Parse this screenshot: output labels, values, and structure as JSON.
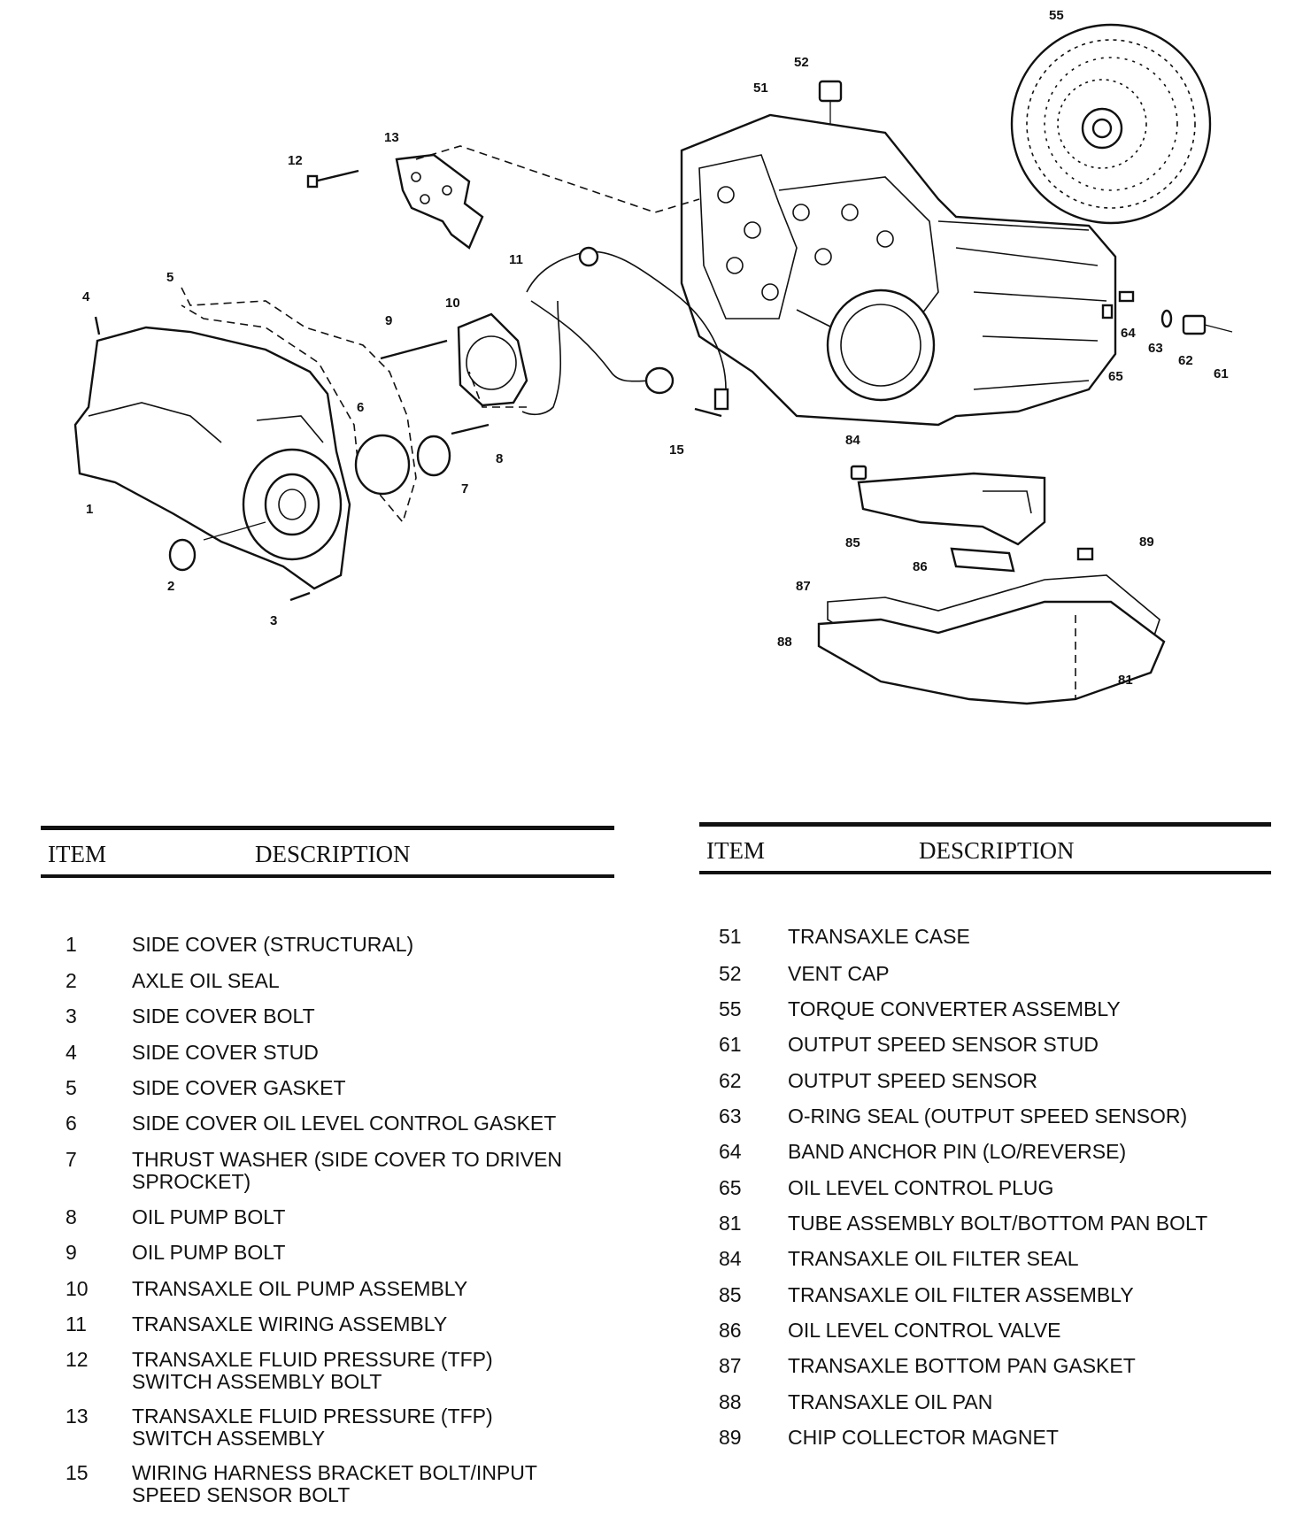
{
  "callouts": [
    "55",
    "52",
    "51",
    "13",
    "12",
    "11",
    "10",
    "9",
    "5",
    "4",
    "6",
    "7",
    "8",
    "1",
    "2",
    "3",
    "15",
    "64",
    "63",
    "62",
    "61",
    "65",
    "84",
    "85",
    "86",
    "87",
    "88",
    "89",
    "81"
  ],
  "tables": {
    "left": {
      "header_item": "ITEM",
      "header_desc": "DESCRIPTION",
      "rows": [
        {
          "num": "1",
          "desc": "SIDE COVER (STRUCTURAL)"
        },
        {
          "num": "2",
          "desc": "AXLE OIL SEAL"
        },
        {
          "num": "3",
          "desc": "SIDE COVER BOLT"
        },
        {
          "num": "4",
          "desc": "SIDE COVER STUD"
        },
        {
          "num": "5",
          "desc": "SIDE COVER GASKET"
        },
        {
          "num": "6",
          "desc": "SIDE COVER OIL LEVEL CONTROL GASKET"
        },
        {
          "num": "7",
          "desc": "THRUST WASHER (SIDE COVER TO DRIVEN\nSPROCKET)"
        },
        {
          "num": "8",
          "desc": "OIL PUMP BOLT"
        },
        {
          "num": "9",
          "desc": "OIL PUMP BOLT"
        },
        {
          "num": "10",
          "desc": "TRANSAXLE OIL PUMP ASSEMBLY"
        },
        {
          "num": "11",
          "desc": "TRANSAXLE WIRING ASSEMBLY"
        },
        {
          "num": "12",
          "desc": "TRANSAXLE FLUID PRESSURE (TFP)\nSWITCH ASSEMBLY BOLT"
        },
        {
          "num": "13",
          "desc": "TRANSAXLE FLUID PRESSURE (TFP)\nSWITCH ASSEMBLY"
        },
        {
          "num": "15",
          "desc": "WIRING HARNESS BRACKET BOLT/INPUT\nSPEED SENSOR BOLT"
        }
      ]
    },
    "right": {
      "header_item": "ITEM",
      "header_desc": "DESCRIPTION",
      "rows": [
        {
          "num": "51",
          "desc": "TRANSAXLE CASE"
        },
        {
          "num": "52",
          "desc": "VENT CAP"
        },
        {
          "num": "55",
          "desc": "TORQUE CONVERTER ASSEMBLY"
        },
        {
          "num": "61",
          "desc": "OUTPUT SPEED SENSOR STUD"
        },
        {
          "num": "62",
          "desc": "OUTPUT SPEED SENSOR"
        },
        {
          "num": "63",
          "desc": "O-RING SEAL (OUTPUT SPEED SENSOR)"
        },
        {
          "num": "64",
          "desc": "BAND ANCHOR PIN (LO/REVERSE)"
        },
        {
          "num": "65",
          "desc": "OIL LEVEL CONTROL PLUG"
        },
        {
          "num": "81",
          "desc": "TUBE ASSEMBLY BOLT/BOTTOM PAN BOLT"
        },
        {
          "num": "84",
          "desc": "TRANSAXLE OIL FILTER SEAL"
        },
        {
          "num": "85",
          "desc": "TRANSAXLE OIL FILTER ASSEMBLY"
        },
        {
          "num": "86",
          "desc": "OIL LEVEL CONTROL VALVE"
        },
        {
          "num": "87",
          "desc": "TRANSAXLE BOTTOM PAN GASKET"
        },
        {
          "num": "88",
          "desc": "TRANSAXLE OIL PAN"
        },
        {
          "num": "89",
          "desc": "CHIP COLLECTOR MAGNET"
        }
      ]
    }
  }
}
